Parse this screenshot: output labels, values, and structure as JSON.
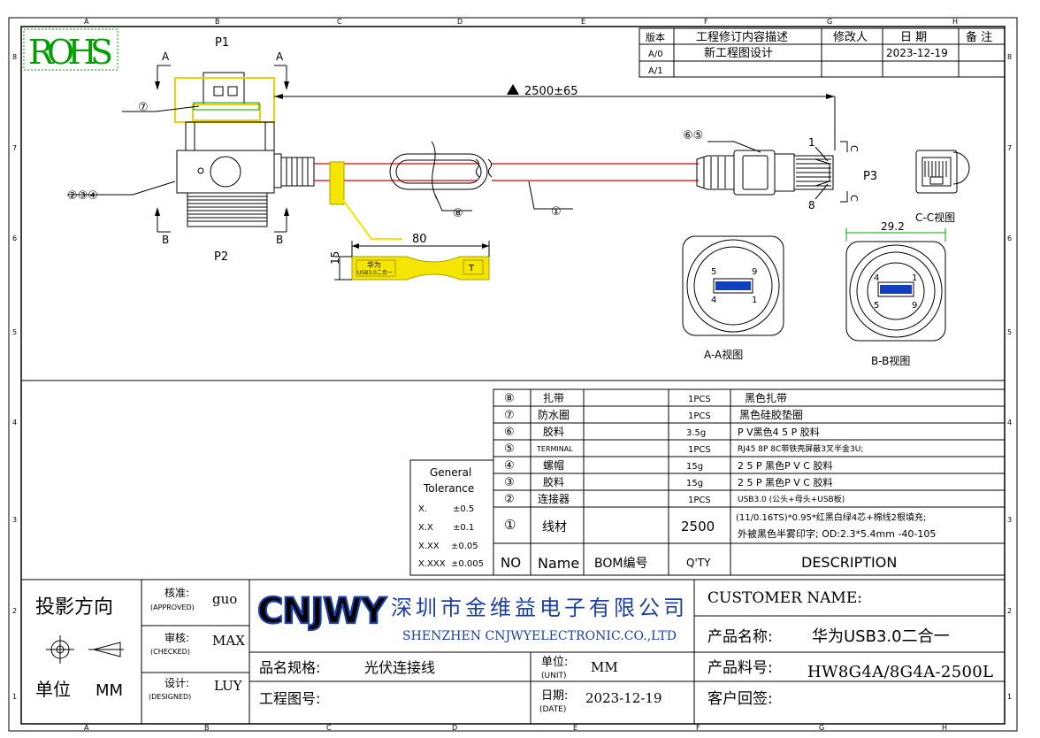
{
  "rohs": "ROHS",
  "zones": {
    "cols": [
      "A",
      "B",
      "C",
      "D",
      "E",
      "F",
      "G",
      "H"
    ],
    "rows": [
      "8",
      "7",
      "6",
      "5",
      "4",
      "3",
      "2",
      "1"
    ]
  },
  "revision": {
    "headers": [
      "版本",
      "工程修订内容描述",
      "修改人",
      "日 期",
      "备 注"
    ],
    "rows": [
      {
        "ver": "A/0",
        "desc": "新工程图设计",
        "by": "",
        "date": "2023-12-19",
        "note": ""
      },
      {
        "ver": "A/1",
        "desc": "",
        "by": "",
        "date": "",
        "note": ""
      }
    ]
  },
  "drawing": {
    "p1": "P1",
    "p2": "P2",
    "p3": "P3",
    "section_a": "A",
    "section_b": "B",
    "section_c": "C",
    "length_dim": "2500±65",
    "callout_7": "⑦",
    "callout_234": "②③④",
    "callout_65": "⑥⑤",
    "callout_8": "⑧",
    "callout_1": "①",
    "pin1": "1",
    "pin8": "8",
    "label_dim_80": "80",
    "label_dim_15": "15",
    "label_text_1": "华为",
    "label_text_2": "USB3.0二合一",
    "label_text_3": "T",
    "aa_pins": [
      "5",
      "9",
      "4",
      "1"
    ],
    "bb_pins": [
      "4",
      "1",
      "5",
      "9"
    ],
    "bb_dim": "29.2",
    "aa_view": "A-A视图",
    "bb_view": "B-B视图",
    "cc_view": "C-C视图"
  },
  "tolerance": {
    "title1": "General",
    "title2": "Tolerance",
    "rows": [
      {
        "k": "X.",
        "v": "±0.5"
      },
      {
        "k": "X.X",
        "v": "±0.1"
      },
      {
        "k": "X.XX",
        "v": "±0.05"
      },
      {
        "k": "X.XXX",
        "v": "±0.005"
      }
    ]
  },
  "bom": {
    "rows": [
      {
        "no": "⑧",
        "name": "扎带",
        "qty": "1PCS",
        "desc": "黑色扎带"
      },
      {
        "no": "⑦",
        "name": "防水圈",
        "qty": "1PCS",
        "desc": "黑色硅胶垫圈"
      },
      {
        "no": "⑥",
        "name": "胶料",
        "qty": "3.5g",
        "desc": "P V黑色4 5 P 胶料"
      },
      {
        "no": "⑤",
        "name": "TERMINAL",
        "qty": "1PCS",
        "desc": "RJ45 8P 8C带铁壳屏蔽3叉半金3U;"
      },
      {
        "no": "④",
        "name": "螺帽",
        "qty": "15g",
        "desc": "2 5 P 黑色P V C 胶料"
      },
      {
        "no": "③",
        "name": "胶料",
        "qty": "15g",
        "desc": "2 5 P 黑色P V C 胶料"
      },
      {
        "no": "②",
        "name": "连接器",
        "qty": "1PCS",
        "desc": "USB3.0 (公头+母头+USB板)"
      }
    ],
    "row1": {
      "no": "①",
      "name": "线材",
      "qty": "2500",
      "desc1": "(11/0.16TS)*0.95*红黑白绿4芯+棉线2根填充;",
      "desc2": "外被黑色半雾印字; OD:2.3*5.4mm -40-105"
    },
    "header": {
      "no": "NO",
      "name": "Name",
      "bom": "BOM编号",
      "qty": "Q'TY",
      "desc": "DESCRIPTION"
    }
  },
  "title_block": {
    "projection_label": "投影方向",
    "unit_label": "单位",
    "unit_value": "MM",
    "approved_label": "核准:",
    "approved_en": "(APPROVED)",
    "approved_by": "guo",
    "checked_label": "审核:",
    "checked_en": "(CHECKED)",
    "checked_by": "MAX",
    "designed_label": "设计:",
    "designed_en": "(DESIGNED)",
    "designed_by": "LUY",
    "logo": "CNJWY",
    "company_cn": "深圳市金维益电子有限公司",
    "company_en": "SHENZHEN CNJWYELECTRONIC.CO.,LTD",
    "spec_label": "品名规格:",
    "spec_value": "光伏连接线",
    "unit2_label": "单位:",
    "unit2_en": "(UNIT)",
    "unit2_value": "MM",
    "drawing_no_label": "工程图号:",
    "date_label": "日期:",
    "date_en": "(DATE)",
    "date_value": "2023-12-19",
    "customer_name_label": "CUSTOMER NAME:",
    "product_name_label": "产品名称:",
    "product_name_value": "华为USB3.0二合一",
    "part_no_label": "产品料号:",
    "part_no_value": "HW8G4A/8G4A-2500L",
    "reply_label": "客户回签:"
  },
  "colors": {
    "line": "#000000",
    "red": "#e00000",
    "yellow": "#f5e600",
    "green": "#00a000",
    "blue": "#1040c0",
    "logo": "#1a3fa8",
    "dim_green": "#00aa00"
  }
}
